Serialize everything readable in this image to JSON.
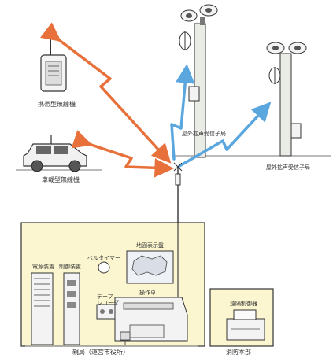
{
  "diagram": {
    "labels": {
      "handheld": "携帯型無線機",
      "vehicle": "車載型無線機",
      "outdoor_receiver_1": "屋外拡声受信子局",
      "outdoor_receiver_2": "屋外拡声受信子局",
      "power_supply": "電源装置",
      "control_equipment": "制御装置",
      "map_board": "地図表示盤",
      "tape_recorder": "テープ\nレコーダ",
      "chime": "ベルタイマー",
      "console": "操作卓",
      "base_station": "親局（運営市役所）",
      "remote_controller": "遠隔制御器",
      "fire_hq": "消防本部"
    },
    "colors": {
      "red_link": "#e8703a",
      "blue_link": "#5aa7df",
      "room_fill": "#fbf6cf",
      "line": "#333333",
      "pole": "#e9ebe5"
    }
  }
}
